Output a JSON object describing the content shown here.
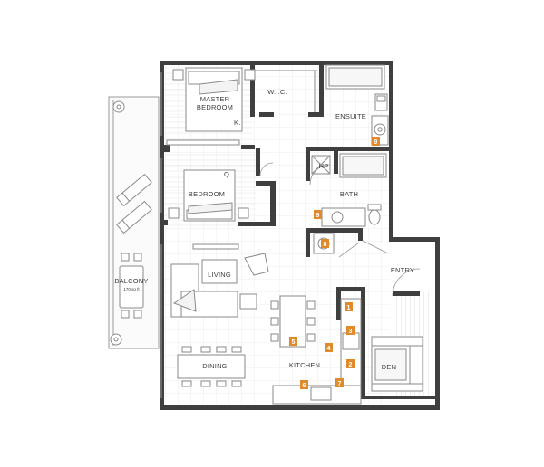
{
  "rooms": {
    "master_bedroom_line1": "MASTER",
    "master_bedroom_line2": "BEDROOM",
    "master_bed_size": "K.",
    "wic": "W.I.C.",
    "ensuite": "ENSUITE",
    "bedroom": "BEDROOM",
    "bedroom_bed_size": "Q.",
    "hp": "HP",
    "bath": "BATH",
    "living": "LIVING",
    "balcony": "BALCONY",
    "balcony_area": "170 sq ft",
    "entry": "ENTRY",
    "dining": "DINING",
    "kitchen": "KITCHEN",
    "den": "DEN"
  },
  "appliance_tags": [
    "1",
    "2",
    "3",
    "4",
    "5",
    "6",
    "7",
    "8",
    "9",
    "9"
  ],
  "colors": {
    "wall": "#3f3f3f",
    "floor_grid": "#d9d9d9",
    "furniture_line": "#8a8a8a",
    "tag_fill": "#e08a2c",
    "label_text": "#3d3d3d"
  }
}
